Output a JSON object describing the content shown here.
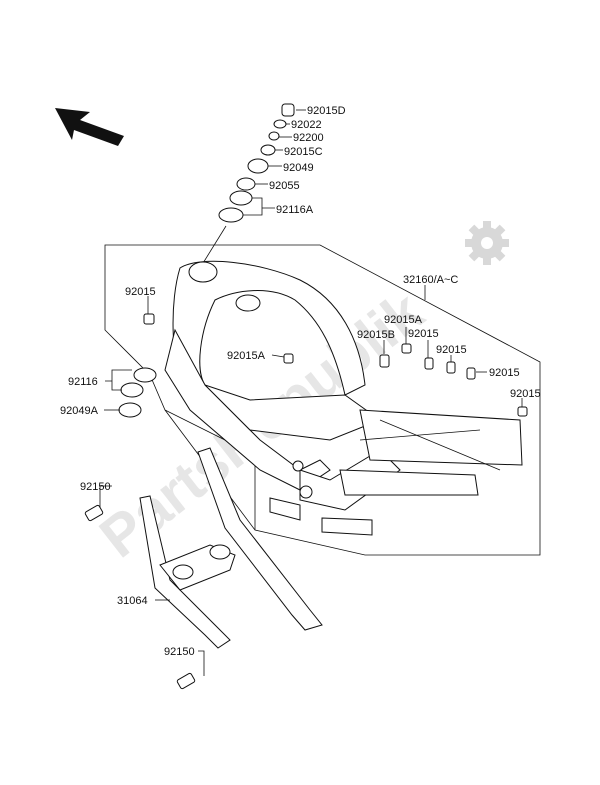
{
  "watermark": "PartsRepublik",
  "icons": {
    "arrow": "direction-arrow-icon",
    "gear": "gear-icon"
  },
  "labels": {
    "p92015D": "92015D",
    "p92022": "92022",
    "p92200": "92200",
    "p92015C": "92015C",
    "p92049": "92049",
    "p92055": "92055",
    "p92116A": "92116A",
    "p32160": "32160/A~C",
    "p92015_left": "92015",
    "p92015A_mid": "92015A",
    "p92015B": "92015B",
    "p92015A_right": "92015A",
    "p92015_r1": "92015",
    "p92015_r2": "92015",
    "p92015_r3": "92015",
    "p92015_r4": "92015",
    "p92116": "92116",
    "p92049A": "92049A",
    "p92150_top": "92150",
    "p31064": "31064",
    "p92150_bottom": "92150"
  }
}
